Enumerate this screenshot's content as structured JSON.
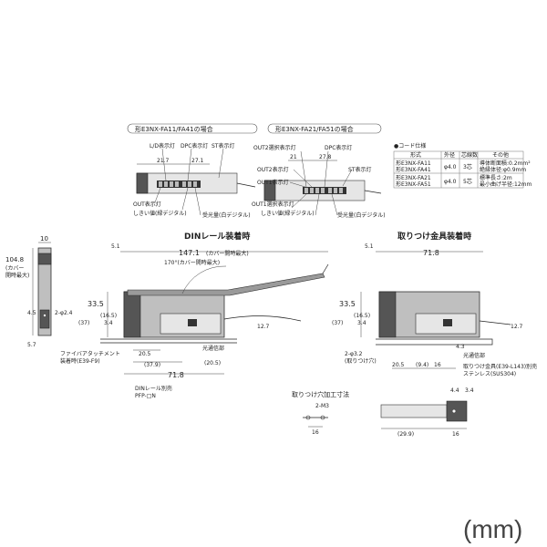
{
  "callout_left": {
    "title": "形E3NX-FA11/FA41の場合",
    "labels": [
      "L/D表示灯",
      "DPC表示灯",
      "ST表示灯",
      "OUT表示灯",
      "しきい値(緑デジタル)",
      "受光量(白デジタル)"
    ],
    "dims": [
      "21.7",
      "27.1"
    ]
  },
  "callout_right": {
    "title": "形E3NX-FA21/FA51の場合",
    "labels": [
      "OUT2選択表示灯",
      "DPC表示灯",
      "OUT2表示灯",
      "ST表示灯",
      "OUT1表示灯",
      "OUT1選択表示灯",
      "しきい値(緑デジタル)",
      "受光量(白デジタル)"
    ],
    "dims": [
      "21",
      "27.8"
    ]
  },
  "cord_spec": {
    "title": "●コード仕様",
    "headers": [
      "形式",
      "外径",
      "芯線数",
      "その他"
    ],
    "rows": [
      [
        "形E3NX-FA11",
        "φ4.0",
        "3芯",
        "導体断面積:0.2mm²"
      ],
      [
        "形E3NX-FA41",
        "",
        "",
        "絶縁体径:φ0.9mm"
      ],
      [
        "形E3NX-FA21",
        "φ4.0",
        "5芯",
        "標準長さ:2m"
      ],
      [
        "形E3NX-FA51",
        "",
        "",
        "最小曲げ半径:12mm"
      ]
    ]
  },
  "side_view": {
    "dims": [
      "10",
      "104.8",
      "(カバー",
      "開時最大)",
      "4.5",
      "2-φ2.4",
      "5.7"
    ]
  },
  "din_view": {
    "title": "DINレール装着時",
    "dims": [
      "5.1",
      "147.1",
      "(カバー開時最大)",
      "170°(カバー開時最大)",
      "33.5",
      "(16.5)",
      "(37)",
      "3.4",
      "12.7",
      "20.5",
      "(37.9)",
      "(20.5)",
      "71.8"
    ],
    "labels": [
      "ファイバアタッチメント",
      "装着時(E39-F9)",
      "光通信部",
      "DINレール別売",
      "PFP-□N"
    ]
  },
  "bracket_view": {
    "title": "取りつけ金具装着時",
    "dims": [
      "5.1",
      "71.8",
      "33.5",
      "(16.5)",
      "(37)",
      "3.4",
      "12.7",
      "2-φ3.2",
      "(取りつけ穴)",
      "20.5",
      "(9.4)",
      "16",
      "4.3"
    ],
    "labels": [
      "光通信部",
      "取りつけ金具(E39-L143)別売",
      "ステンレス(SUS304)"
    ]
  },
  "hole_view": {
    "title": "取りつけ穴加工寸法",
    "dims": [
      "2-M3",
      "16"
    ]
  },
  "bracket_detail": {
    "dims": [
      "4.4",
      "3.4",
      "(29.9)",
      "16"
    ]
  },
  "unit": "(mm)"
}
